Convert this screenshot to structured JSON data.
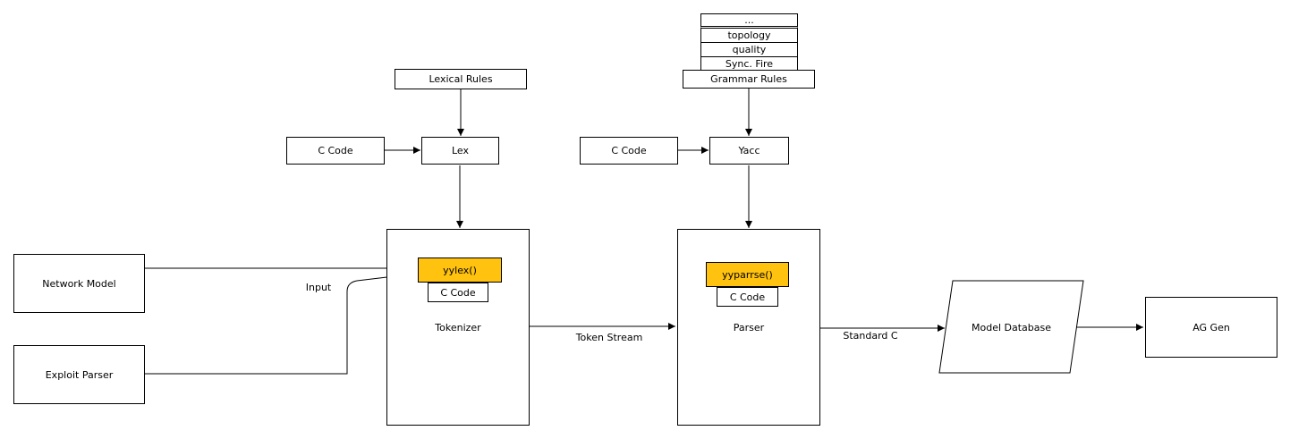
{
  "colors": {
    "background": "#ffffff",
    "line": "#000000",
    "box_fill": "#ffffff",
    "highlight": "#ffc20e"
  },
  "nodes": {
    "lexical_rules": "Lexical Rules",
    "c_code_lex": "C Code",
    "lex": "Lex",
    "stack_rows": [
      "...",
      "topology",
      "quality",
      "Sync. Fire"
    ],
    "grammar_rules": "Grammar Rules",
    "c_code_yacc": "C Code",
    "yacc": "Yacc",
    "network_model": "Network Model",
    "exploit_parser": "Exploit Parser",
    "tokenizer": "Tokenizer",
    "yylex": "yylex()",
    "c_code_tokenizer": "C Code",
    "parser": "Parser",
    "yyparrse": "yyparrse()",
    "c_code_parser": "C Code",
    "model_database": "Model Database",
    "ag_gen": "AG Gen"
  },
  "edge_labels": {
    "input": "Input",
    "token_stream": "Token Stream",
    "standard_c": "Standard C"
  }
}
